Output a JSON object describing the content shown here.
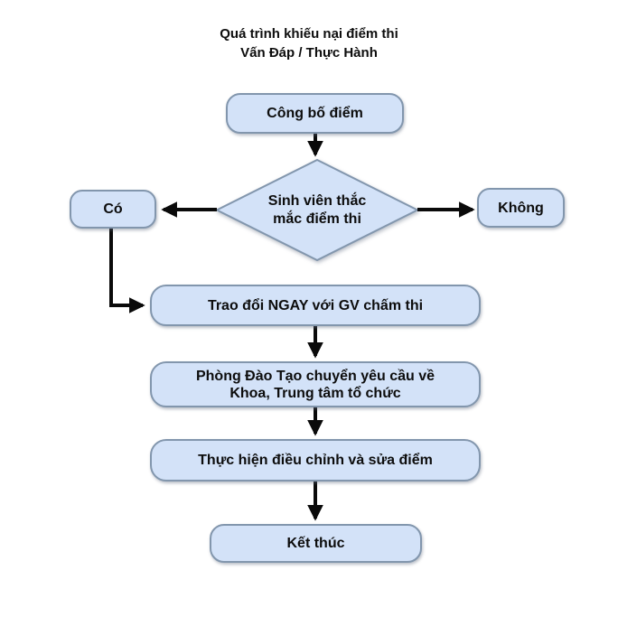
{
  "title": "Quá trình khiếu nại điểm thi\nVấn Đáp / Thực Hành",
  "colors": {
    "node_fill": "#d3e2f8",
    "node_border": "#8296ad",
    "arrow": "#0a0a0a",
    "text": "#0d0d0d",
    "background": "#ffffff"
  },
  "nodes": {
    "cong_bo_diem": {
      "label": "Công bố điểm",
      "shape": "rounded-rect"
    },
    "thac_mac": {
      "label": "Sinh viên thắc\nmắc điểm thi",
      "shape": "diamond"
    },
    "co": {
      "label": "Có",
      "shape": "rounded-rect"
    },
    "khong": {
      "label": "Không",
      "shape": "rounded-rect"
    },
    "trao_doi": {
      "label": "Trao đổi NGAY với GV chấm thi",
      "shape": "rounded-rect"
    },
    "phong_dao_tao": {
      "label": "Phòng Đào Tạo chuyển yêu cầu về\nKhoa, Trung tâm tổ chức",
      "shape": "rounded-rect"
    },
    "thuc_hien": {
      "label": "Thực hiện điều chỉnh và sửa điểm",
      "shape": "rounded-rect"
    },
    "ket_thuc": {
      "label": "Kết thúc",
      "shape": "rounded-rect"
    }
  },
  "edges": [
    {
      "from": "cong_bo_diem",
      "to": "thac_mac"
    },
    {
      "from": "thac_mac",
      "to": "co"
    },
    {
      "from": "thac_mac",
      "to": "khong"
    },
    {
      "from": "co",
      "to": "trao_doi"
    },
    {
      "from": "trao_doi",
      "to": "phong_dao_tao"
    },
    {
      "from": "phong_dao_tao",
      "to": "thuc_hien"
    },
    {
      "from": "thuc_hien",
      "to": "ket_thuc"
    }
  ]
}
